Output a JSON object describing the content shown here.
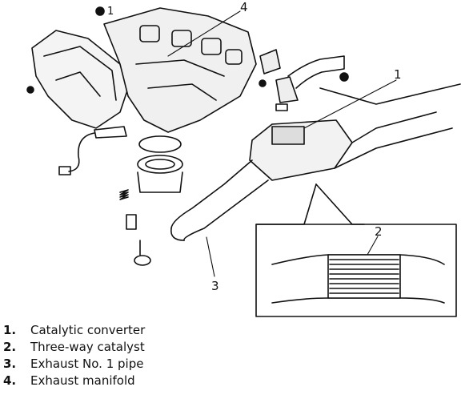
{
  "callouts": {
    "c1": "1",
    "c2": "2",
    "c3": "3",
    "c4": "4",
    "bolt": "1"
  },
  "legend": [
    {
      "num": "1.",
      "text": "Catalytic converter"
    },
    {
      "num": "2.",
      "text": "Three-way catalyst"
    },
    {
      "num": "3.",
      "text": "Exhaust No. 1 pipe"
    },
    {
      "num": "4.",
      "text": "Exhaust manifold"
    }
  ]
}
